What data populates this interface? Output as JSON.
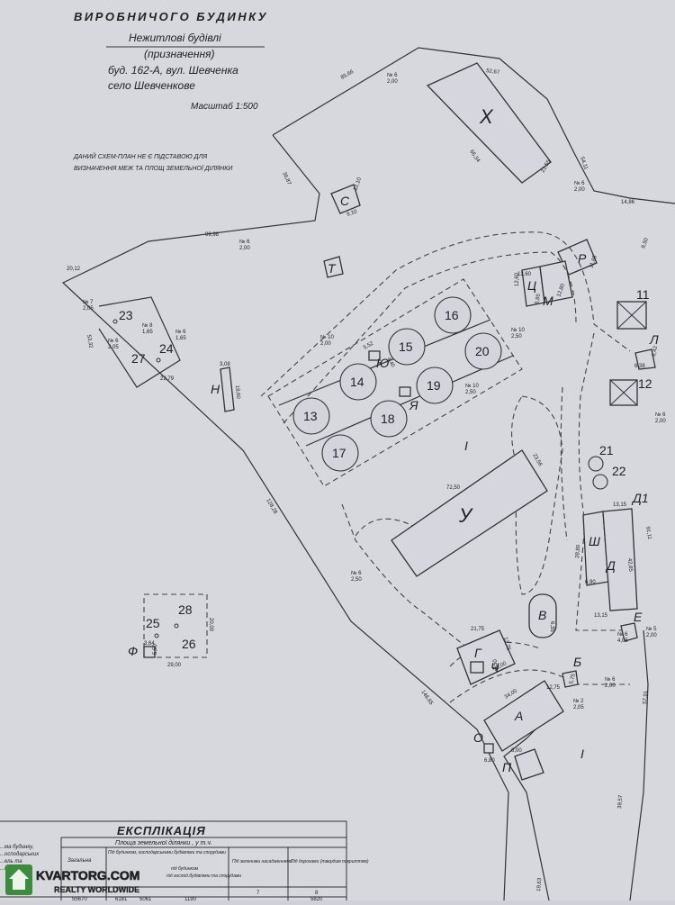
{
  "header": {
    "title": "ВИРОБНИЧОГО БУДИНКУ",
    "purpose": "Нежитлові будівлі",
    "purpose_caption": "(призначення)",
    "address": "буд. 162-А, вул. Шевченка",
    "village": "село Шевченкове",
    "scale": "Масштаб 1:500"
  },
  "notice": {
    "line1": "ДАНИЙ СХЕМ-ПЛАН НЕ Є ПІДСТАВОЮ ДЛЯ",
    "line2": "ВИЗНАЧЕННЯ МЕЖ ТА ПЛОЩ ЗЕМЕЛЬНОЇ ДІЛЯНКИ"
  },
  "buildings": {
    "X": "Х",
    "C": "С",
    "T": "Т",
    "R": "Р",
    "Ts": "Ц",
    "M": "М",
    "H": "Н",
    "Yu": "Ю",
    "Ya": "Я",
    "U": "У",
    "L": "Л",
    "Sh": "Ш",
    "D": "Д",
    "D1": "Д1",
    "E": "Е",
    "V": "В",
    "G": "Г",
    "Ch": "Ч",
    "B": "Б",
    "A": "А",
    "O": "О",
    "P": "П",
    "F": "Ф",
    "I1": "I",
    "I2": "I"
  },
  "objects": [
    "13",
    "14",
    "15",
    "16",
    "17",
    "18",
    "19",
    "20",
    "11",
    "12",
    "21",
    "22",
    "23",
    "24",
    "25",
    "26",
    "27",
    "28"
  ],
  "dims": {
    "d1": "85,66",
    "d2": "52,67",
    "d3": "66,34",
    "d4": "21,55",
    "d5": "54,11",
    "d6": "14,86",
    "d7": "36,87",
    "d8": "99,98",
    "d9": "20,12",
    "d10": "128,28",
    "d11": "148,65",
    "d12": "72,50",
    "d13": "23,56",
    "d14": "91,11",
    "d15": "57,91",
    "d16": "39,57",
    "d17": "42,85",
    "d18": "13,15",
    "d19": "34,00",
    "d20": "29,00",
    "d21": "20,00",
    "d22": "12,75",
    "d23": "21,75",
    "d24": "20,00",
    "d25": "12,60",
    "d26": "12,80",
    "d27": "6,35",
    "d28": "8,50",
    "d29": "19,63",
    "d30": "53,32",
    "d31": "22,79",
    "d32": "3,08",
    "d33": "18,60",
    "d34": "12,10",
    "d35": "9,10",
    "d36": "11,85",
    "d37": "6,38",
    "d38": "6,42",
    "d39": "6,00",
    "d40": "3,64",
    "d41": "5,50",
    "d42": "28,80",
    "d43": "6,90",
    "d44": "5,75",
    "d45": "4,40",
    "d46": "13,15",
    "d47": "12,75",
    "d48": "12,60",
    "d49": "6,85",
    "d50": "6,80",
    "d51": "3,50",
    "d52": "5,52"
  },
  "points": {
    "p1": "№ 6",
    "p1v": "2,00",
    "p2": "№ 6",
    "p2v": "2,00",
    "p3": "№ 6",
    "p3v": "2,00",
    "p4": "№ 7",
    "p4v": "2,05",
    "p5": "№ 8",
    "p5v": "1,65",
    "p6": "№ 6",
    "p6v": "1,65",
    "p7": "№ 6",
    "p7v": "2,05",
    "p8": "№ 10",
    "p8v": "2,00",
    "p9": "№ 10",
    "p9v": "2,50",
    "p10": "№ 10",
    "p10v": "2,50",
    "p11": "№ 6",
    "p11v": "2,00",
    "p12": "№ 6",
    "p12v": "2,50",
    "p13": "№ 6",
    "p13v": "2,00",
    "p14": "№ 2",
    "p14v": "2,05",
    "p15": "№ 6",
    "p15v": "4,05",
    "p16": "№ 5",
    "p16v": "2,00"
  },
  "explication": {
    "title": "ЕКСПЛІКАЦІЯ",
    "subtitle": "Площа земельної ділянки , у т.ч.",
    "col_total": "Загальна",
    "col_buildings": "Під будинком, господарськими будівлями та спорудами",
    "col_total_sub": "під будинком",
    "col_other_sub": "під господ.будівлями та спорудами",
    "col_green": "Під зеленими насадженнями",
    "col_road": "Під дорогами (твердим покриттям)",
    "col_nums": [
      "7",
      "8"
    ],
    "values": [
      "55670",
      "6181",
      "5061",
      "1190",
      "5820"
    ],
    "left_labels": [
      "...ма будинку,",
      "...осподарських",
      "...ель та",
      "...д"
    ]
  },
  "watermark": {
    "site": "KVARTORG.COM",
    "tagline": "REALTY WORLDWIDE"
  }
}
